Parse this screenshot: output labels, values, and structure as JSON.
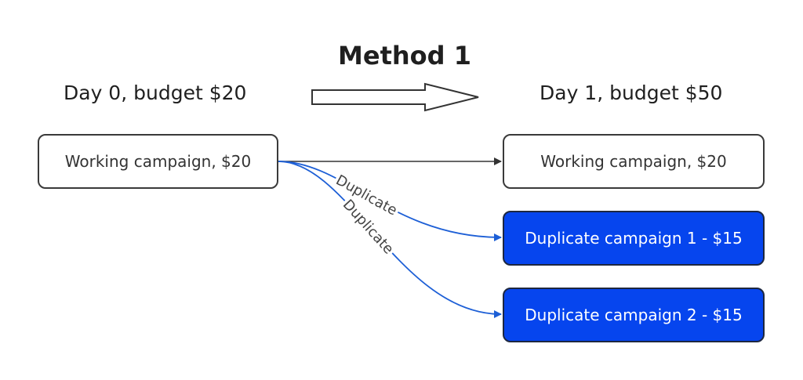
{
  "title": "Method 1",
  "left_column": {
    "label": "Day 0, budget $20"
  },
  "right_column": {
    "label": "Day 1, budget $50"
  },
  "nodes": {
    "source": {
      "label": "Working campaign, $20"
    },
    "target": {
      "label": "Working campaign, $20"
    },
    "duplicate_1": {
      "label": "Duplicate campaign 1 - $15"
    },
    "duplicate_2": {
      "label": "Duplicate campaign 2 - $15"
    }
  },
  "edges": {
    "duplicate_1_label": "Duplicate",
    "duplicate_2_label": "Duplicate"
  },
  "colors": {
    "duplicate_fill": "#0645ee",
    "duplicate_edge": "#1d5fd6",
    "plain_edge": "#333333"
  }
}
